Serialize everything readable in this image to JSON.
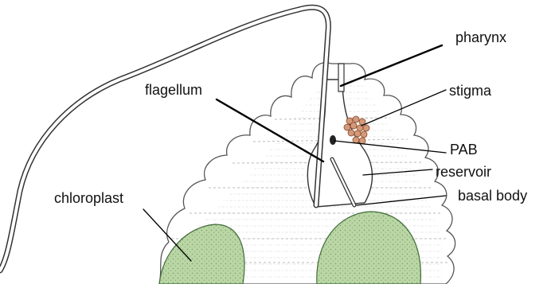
{
  "labels": {
    "pharynx": "pharynx",
    "flagellum": "flagellum",
    "stigma": "stigma",
    "pab": "PAB",
    "reservoir": "reservoir",
    "basal_body": "basal body",
    "chloroplast": "chloroplast"
  },
  "colors": {
    "chloroplast_fill": "#b9d6a4",
    "chloroplast_stroke": "#3f6b38",
    "stigma_fill": "#d39a7a",
    "stigma_stroke": "#8a4a2c",
    "outline": "#333333",
    "leader_line": "#000000"
  }
}
